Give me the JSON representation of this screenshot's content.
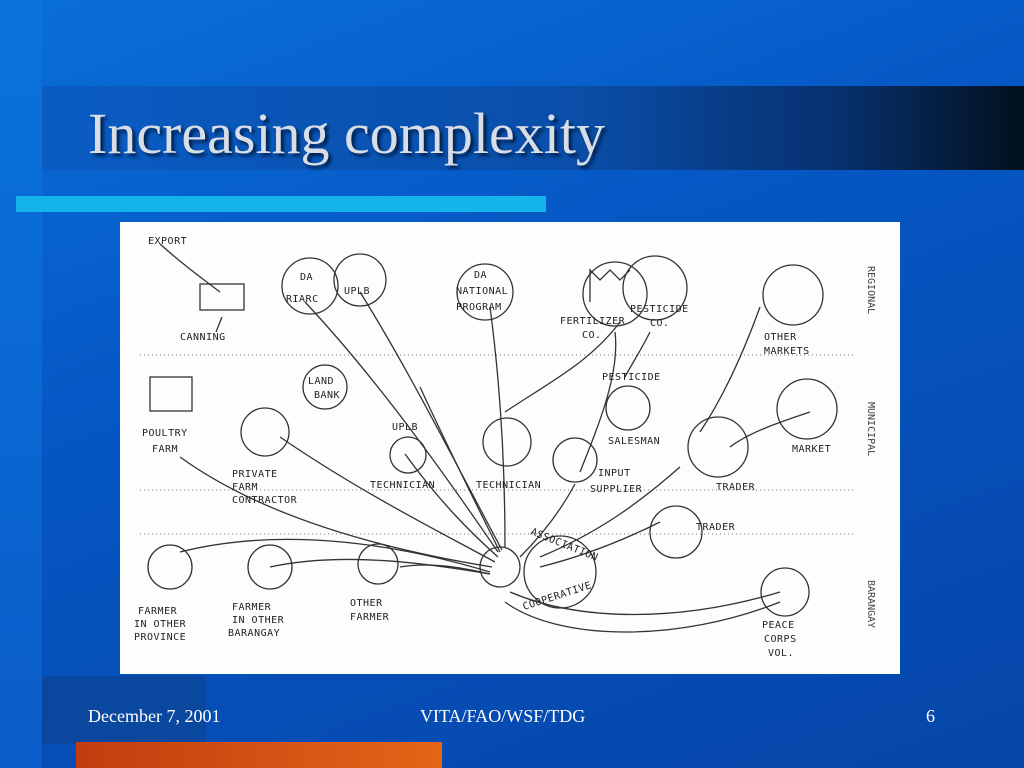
{
  "slide": {
    "title": "Increasing complexity",
    "footer_left": "December 7, 2001",
    "footer_center": "VITA/FAO/WSF/TDG",
    "footer_right": "6"
  },
  "diagram": {
    "levels": {
      "regional": "REGIONAL",
      "municipal": "MUNICIPAL",
      "barangay": "BARANGAY"
    },
    "nodes": {
      "export": "EXPORT",
      "canning": "CANNING",
      "da_riarc": [
        "DA",
        "RIARC"
      ],
      "uplb_top": "UPLB",
      "da_national": [
        "DA",
        "NATIONAL",
        "PROGRAM"
      ],
      "fertilizer": [
        "FERTILIZER",
        "CO."
      ],
      "pesticide_co": [
        "PESTICIDE",
        "CO."
      ],
      "other_markets": [
        "OTHER",
        "MARKETS"
      ],
      "poultry": [
        "POULTRY",
        "FARM"
      ],
      "land_bank": [
        "LAND",
        "BANK"
      ],
      "private_contractor": [
        "PRIVATE",
        "FARM",
        "CONTRACTOR"
      ],
      "uplb_tech": [
        "UPLB",
        "TECHNICIAN"
      ],
      "technician": "TECHNICIAN",
      "input_supplier": [
        "INPUT",
        "SUPPLIER"
      ],
      "pesticide_salesman": [
        "PESTICIDE",
        "SALESMAN"
      ],
      "trader1": "TRADER",
      "market": "MARKET",
      "trader2": "TRADER",
      "association": "ASSOCIATION",
      "cooperative": "COOPERATIVE",
      "farmer_province": [
        "FARMER",
        "IN OTHER",
        "PROVINCE"
      ],
      "farmer_barangay": [
        "FARMER",
        "IN OTHER",
        "BARANGAY"
      ],
      "other_farmer": [
        "OTHER",
        "FARMER"
      ],
      "peace_corps": [
        "PEACE",
        "CORPS",
        "VOL."
      ]
    }
  }
}
